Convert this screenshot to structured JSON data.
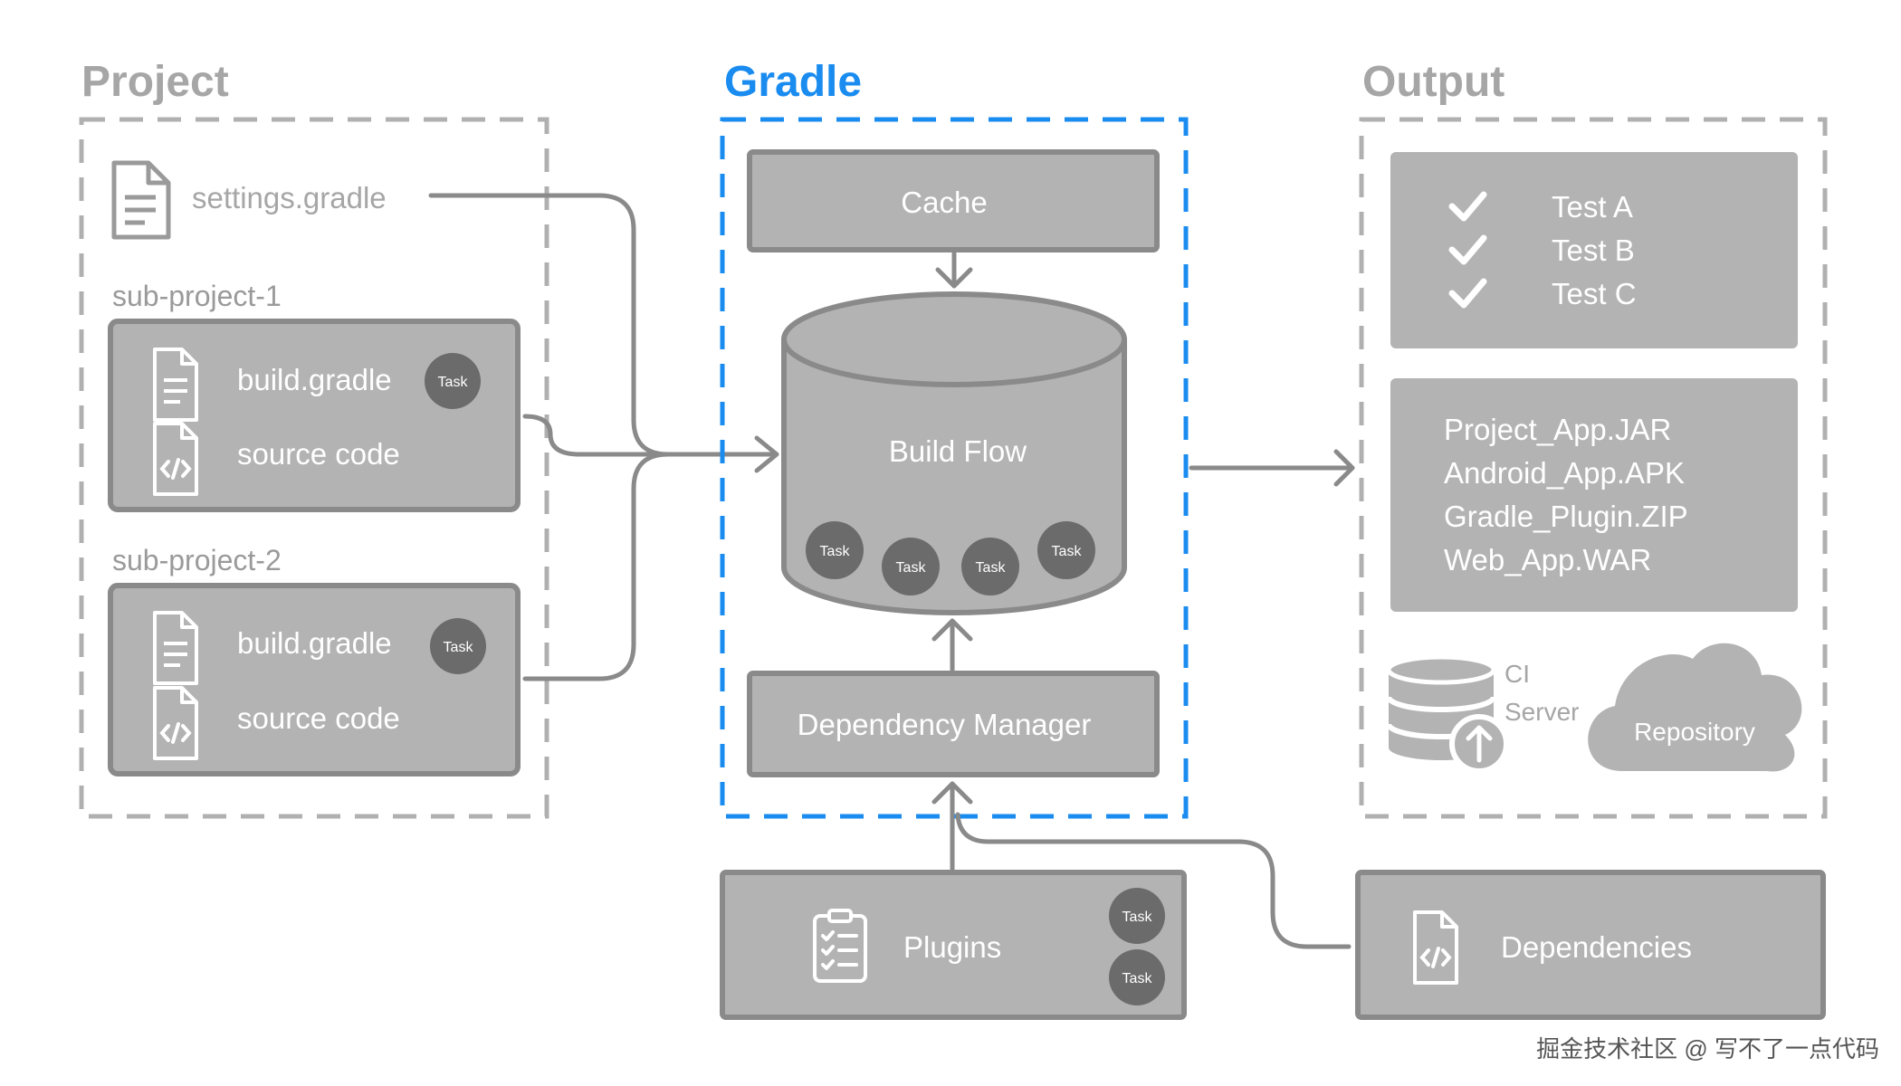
{
  "sections": {
    "project": "Project",
    "gradle": "Gradle",
    "output": "Output"
  },
  "project": {
    "settings_file": "settings.gradle",
    "subprojects": [
      {
        "title": "sub-project-1",
        "build_file": "build.gradle",
        "source": "source code",
        "task": "Task"
      },
      {
        "title": "sub-project-2",
        "build_file": "build.gradle",
        "source": "source code",
        "task": "Task"
      }
    ]
  },
  "gradle": {
    "cache": "Cache",
    "build_flow": "Build Flow",
    "tasks": [
      "Task",
      "Task",
      "Task",
      "Task"
    ],
    "dependency_manager": "Dependency Manager"
  },
  "plugins": {
    "label": "Plugins",
    "tasks": [
      "Task",
      "Task"
    ]
  },
  "dependencies": {
    "label": "Dependencies"
  },
  "output": {
    "tests": [
      "Test A",
      "Test B",
      "Test C"
    ],
    "artifacts": [
      "Project_App.JAR",
      "Android_App.APK",
      "Gradle_Plugin.ZIP",
      "Web_App.WAR"
    ],
    "ci_line1": "CI",
    "ci_line2": "Server",
    "repository": "Repository"
  },
  "watermark": "掘金技术社区 @ 写不了一点代码",
  "colors": {
    "accent_blue": "#1a8cf0",
    "gray_box": "#b3b3b3",
    "gray_border": "#8a8a8a",
    "dark_circle": "#6b6b6b",
    "title_gray": "#a6a6a6",
    "white": "#ffffff"
  }
}
